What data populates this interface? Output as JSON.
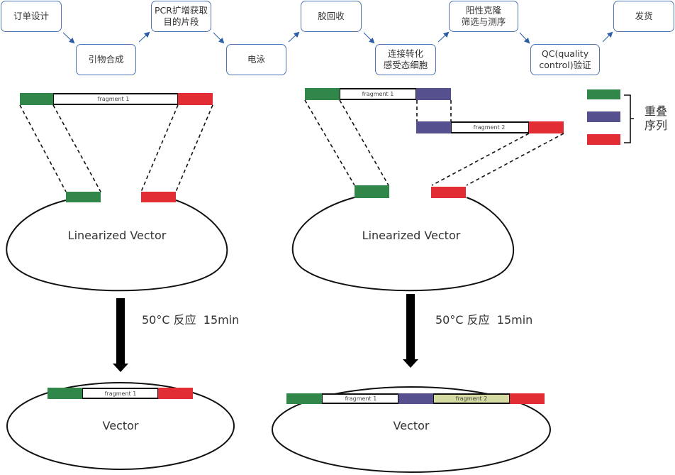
{
  "workflow": {
    "steps": [
      {
        "label": "订单设计"
      },
      {
        "label": "引物合成"
      },
      {
        "label": "PCR扩增获取\n目的片段"
      },
      {
        "label": "电泳"
      },
      {
        "label": "胶回收"
      },
      {
        "label": "连接转化\n感受态细胞"
      },
      {
        "label": "阳性克隆\n筛选与测序"
      },
      {
        "label": "QC(quality\ncontrol)验证"
      },
      {
        "label": "发货"
      }
    ],
    "arrow_color": "#2a5ca8",
    "border_color": "#4a74b4"
  },
  "colors": {
    "green": "#31864a",
    "purple": "#57508f",
    "red": "#e12d33",
    "fragment2_fill": "#d6dba3"
  },
  "legend": {
    "label_line1": "重叠",
    "label_line2": "序列"
  },
  "left_panel": {
    "fragment_label": "fragment 1",
    "vector_label": "Linearized Vector",
    "reaction_label": "50°C 反应  15min",
    "result_fragment_label": "fragment 1",
    "result_vector_label": "Vector"
  },
  "right_panel": {
    "fragment1_label": "fragment 1",
    "fragment2_label": "fragment 2",
    "vector_label": "Linearized Vector",
    "reaction_label": "50°C 反应  15min",
    "result_fragment1_label": "fragment 1",
    "result_fragment2_label": "fragment 2",
    "result_vector_label": "Vector"
  }
}
